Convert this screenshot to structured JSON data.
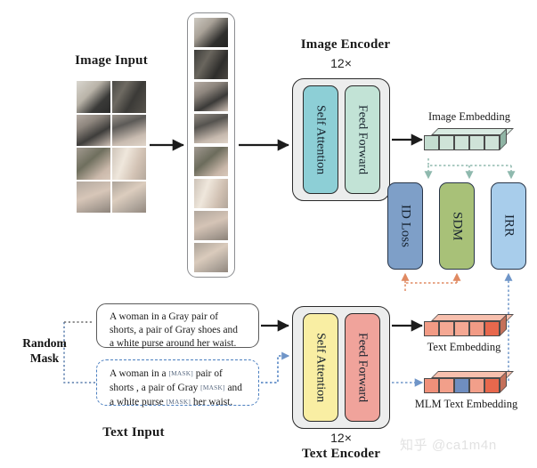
{
  "labels": {
    "image_input": "Image Input",
    "image_encoder": "Image Encoder",
    "image_encoder_repeat": "12×",
    "text_encoder": "Text Encoder",
    "text_encoder_repeat": "12×",
    "text_input": "Text Input",
    "random_mask_line1": "Random",
    "random_mask_line2": "Mask",
    "image_embedding": "Image Embedding",
    "text_embedding": "Text Embedding",
    "mlm_text_embedding": "MLM Text Embedding",
    "self_attention": "Self Attention",
    "feed_forward": "Feed Forward"
  },
  "losses": [
    {
      "id": "id-loss",
      "label": "ID Loss",
      "color": "#7e9fc8"
    },
    {
      "id": "sdm",
      "label": "SDM",
      "color": "#a8c178"
    },
    {
      "id": "irr",
      "label": "IRR",
      "color": "#a8cdeb"
    }
  ],
  "text": {
    "original": "A woman in a Gray pair of shorts, a pair of Gray shoes and a white purse around her waist.",
    "original_lines": [
      "A woman in a Gray pair of",
      "shorts, a pair of Gray shoes and",
      "a white purse around her waist."
    ],
    "mask_token": "[MASK]",
    "masked_lines": [
      [
        "A woman in a ",
        "[MASK]",
        " pair of"
      ],
      [
        "shorts , a pair of Gray ",
        "[MASK]",
        " and"
      ],
      [
        "a white purse ",
        "[MASK]",
        " her waist."
      ]
    ]
  },
  "embeddings": {
    "image": {
      "cells": 5,
      "colors": [
        "#c4ddd0",
        "#cfe3d8",
        "#cfe3d8",
        "#cfe3d8",
        "#cfe3d8"
      ],
      "top": "#d9ebe2",
      "side": "#8fb4a4"
    },
    "text": {
      "cells": 5,
      "colors": [
        "#f29b85",
        "#f5a893",
        "#f5a893",
        "#f29b85",
        "#e8684d"
      ],
      "top": "#f8c0ae",
      "side": "#c4705a"
    },
    "mlm": {
      "cells": 5,
      "colors": [
        "#f0907a",
        "#f29f8a",
        "#6f8ec0",
        "#f29f8a",
        "#e8684d"
      ],
      "top": "#f8c0ae",
      "side": "#c4705a"
    }
  },
  "colors": {
    "image_attention": "#8dcfd6",
    "image_feedforward": "#c2e3d6",
    "text_attention": "#f9eea3",
    "text_feedforward": "#f0a39b",
    "image_flow": "#8fb9ae",
    "text_flow": "#e08a62",
    "mlm_flow": "#6f95c8",
    "mask_border": "#4b7fc0"
  },
  "watermark": "知乎 @ca1m4n",
  "patch_count": 8,
  "grid_patches": 8
}
